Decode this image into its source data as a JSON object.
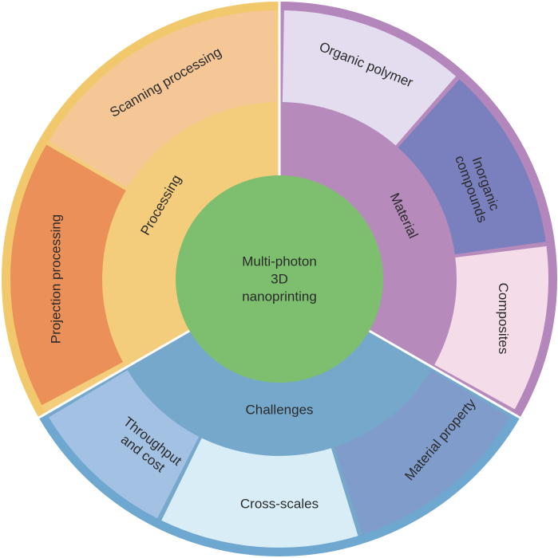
{
  "center": {
    "lines": [
      "Multi-photon",
      "3D",
      "nanoprinting"
    ],
    "color": "#7dbf6f"
  },
  "groups": [
    {
      "key": "processing",
      "label": "Processing",
      "ring_color": "#f4cd7c",
      "border_color": "#f2c86c",
      "segments": [
        {
          "key": "projection",
          "lines": [
            "Projection processing"
          ],
          "color": "#ea9058"
        },
        {
          "key": "scanning",
          "lines": [
            "Scanning processing"
          ],
          "color": "#f5c797"
        }
      ]
    },
    {
      "key": "material",
      "label": "Material",
      "ring_color": "#b68bbb",
      "border_color": "#b487bc",
      "segments": [
        {
          "key": "organic-polymer",
          "lines": [
            "Organic polymer"
          ],
          "color": "#e4ddef"
        },
        {
          "key": "inorganic-compounds",
          "lines": [
            "Inorganic",
            "compounds"
          ],
          "color": "#7a7fbe"
        },
        {
          "key": "composites",
          "lines": [
            "Composites"
          ],
          "color": "#f5dce9"
        }
      ]
    },
    {
      "key": "challenges",
      "label": "Challenges",
      "ring_color": "#76a8cb",
      "border_color": "#6ea7d0",
      "segments": [
        {
          "key": "material-property",
          "lines": [
            "Material property"
          ],
          "color": "#7f9ccb"
        },
        {
          "key": "cross-scales",
          "lines": [
            "Cross-scales"
          ],
          "color": "#d8edf6"
        },
        {
          "key": "throughput-cost",
          "lines": [
            "Throughput",
            "and cost"
          ],
          "color": "#a3c1e3"
        }
      ]
    }
  ]
}
